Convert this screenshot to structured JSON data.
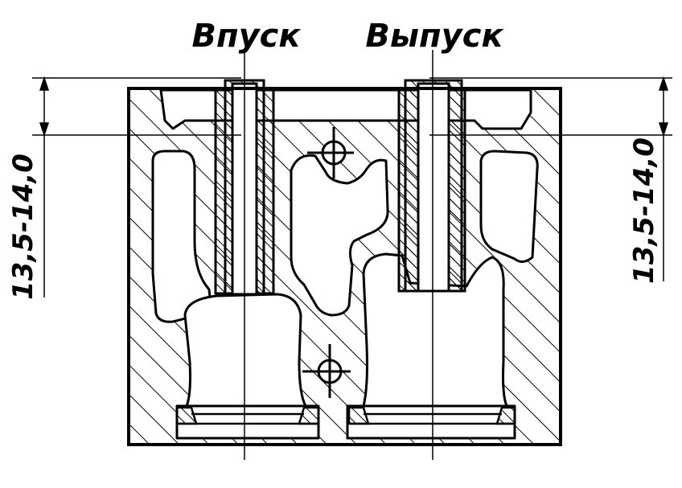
{
  "labels": {
    "intake": "Впуск",
    "exhaust": "Выпуск"
  },
  "dimensions": {
    "left": "13,5-14,0",
    "right": "13,5-14,0"
  },
  "colors": {
    "ink": "#000000",
    "paper": "#ffffff"
  }
}
